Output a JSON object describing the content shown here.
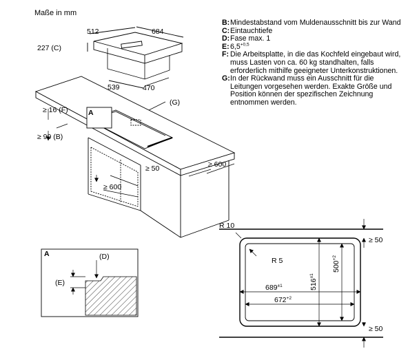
{
  "title": "Maße in mm",
  "dimensions": {
    "hob_depth": "512",
    "hob_width": "684",
    "install_height": "227 (C)",
    "cutout_depth": "539",
    "cutout_width": "470",
    "margin_front_label": "≥ 16 (F)",
    "min_distance_label": "≥ 90 (B)",
    "ref_g": "(G)",
    "label_a": "A",
    "clearance_front": "≥ 50",
    "counter_depth": "≥ 600",
    "cabinet_width": "≥ 600"
  },
  "legend": [
    {
      "key": "B",
      "text": "Mindestabstand vom Muldenausschnitt bis zur Wand"
    },
    {
      "key": "C",
      "text": "Eintauchtiefe"
    },
    {
      "key": "D",
      "text": "Fase max. 1"
    },
    {
      "key": "E",
      "text": "6,5",
      "sup": "+0,5"
    },
    {
      "key": "F",
      "text": "Die Arbeitsplatte, in die das Kochfeld eingebaut wird, muss Lasten von ca. 60 kg standhalten, falls erforderlich mithilfe geeigneter Unterkonstruktionen."
    },
    {
      "key": "G",
      "text": "In der Rückwand muss ein Ausschnitt für die Leitungen vorgesehen werden. Exakte Größe und Position können der spezifischen Zeichnung entnommen werden."
    }
  ],
  "detail": {
    "label_a": "A",
    "label_d": "(D)",
    "label_e": "(E)"
  },
  "cutout_plan": {
    "radius_outer": "R 10",
    "radius_inner": "R 5",
    "clearance_top": "≥ 50",
    "clearance_bottom": "≥ 50",
    "width_outer": "689",
    "width_outer_tol": "±1",
    "width_inner": "672",
    "width_inner_tol": "+2",
    "depth_outer": "516",
    "depth_outer_tol": "±1",
    "depth_inner": "500",
    "depth_inner_tol": "+2"
  }
}
